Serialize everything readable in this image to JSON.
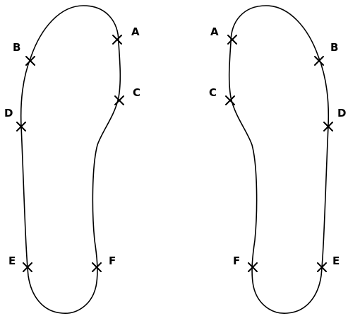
{
  "left_insole": {
    "points": [
      {
        "label": "A"
      },
      {
        "label": "B"
      },
      {
        "label": "C"
      },
      {
        "label": "D"
      },
      {
        "label": "E"
      },
      {
        "label": "F"
      }
    ]
  },
  "right_insole": {
    "points": [
      {
        "label": "A"
      },
      {
        "label": "B"
      },
      {
        "label": "C"
      },
      {
        "label": "D"
      },
      {
        "label": "E"
      },
      {
        "label": "F"
      }
    ]
  }
}
